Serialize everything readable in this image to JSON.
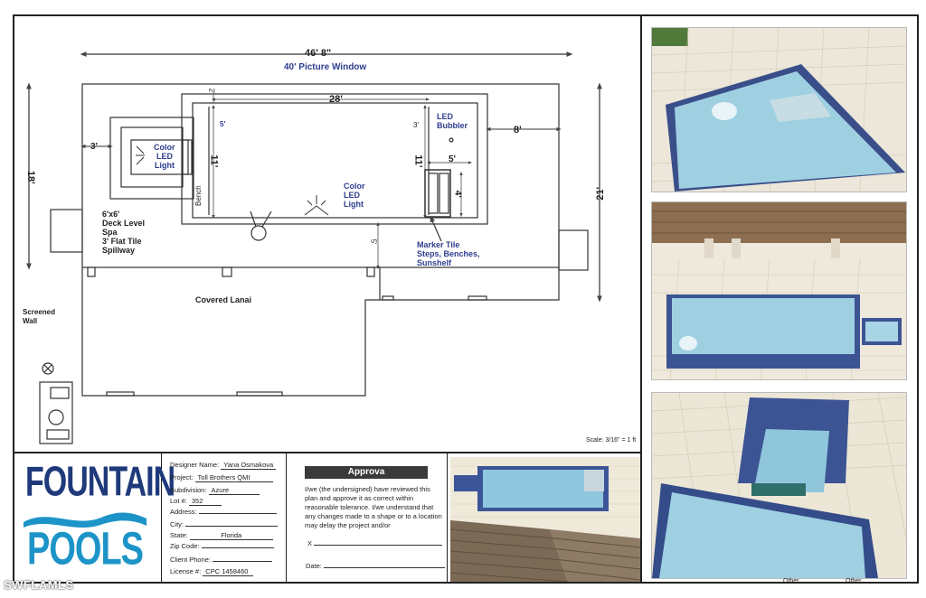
{
  "plan": {
    "overall_width": "46' 8\"",
    "picture_window": "40' Picture Window",
    "pool_length": "28'",
    "dim_2": "2'",
    "dim_3_left": "3'",
    "dim_18": "18'",
    "dim_21": "21'",
    "dim_8": "8'",
    "dim_5_top": "5'",
    "dim_3_right": "3'",
    "dim_11_left": "11'",
    "dim_11_right": "11'",
    "dim_5_shelf": "5'",
    "dim_4_shelf": "4'",
    "dim_5_bottom": "5'",
    "bench_label": "Bench",
    "spa_light": [
      "Color",
      "LED",
      "Light"
    ],
    "pool_light": [
      "Color",
      "LED",
      "Light"
    ],
    "led_bubbler": [
      "LED",
      "Bubbler"
    ],
    "spa_note": [
      "6'x6'",
      "Deck Level",
      "Spa",
      "3' Flat Tile",
      "Spillway"
    ],
    "marker_tile": [
      "Marker Tile",
      "Steps, Benches,",
      "Sunshelf"
    ],
    "covered_lanai": "Covered Lanai",
    "screened_wall": [
      "Screened",
      "Wall"
    ],
    "scale": "Scale: 3/16\" = 1 ft"
  },
  "title_block": {
    "logo_top": "FOUNTAIN",
    "logo_bottom": "POOLS",
    "designer_label": "Designer Name:",
    "designer_value": "Yana Osmakova",
    "project_label": "Project:",
    "project_value": "Toll Brothers QMI",
    "subdivision_label": "Subdivision:",
    "subdivision_value": "Azure",
    "lot_label": "Lot #:",
    "lot_value": "352",
    "address_label": "Address:",
    "city_label": "City:",
    "state_label": "State:",
    "state_value": "Florida",
    "zip_label": "Zip Code:",
    "phone_label": "Client Phone:",
    "license_label": "License #:",
    "license_value": "CPC 1458460"
  },
  "approval": {
    "header": "Approva",
    "text": "I/we (the undersigned) have reviewed this plan and approve it as correct within reasonable tolerance. I/we understand that any changes made to a shape or to a location may delay the project and/or",
    "x_label": "X",
    "date_label": "Date:"
  },
  "renders": {
    "other_1": "Other",
    "other_2": "Other"
  },
  "watermark": "SWFLAMLS"
}
